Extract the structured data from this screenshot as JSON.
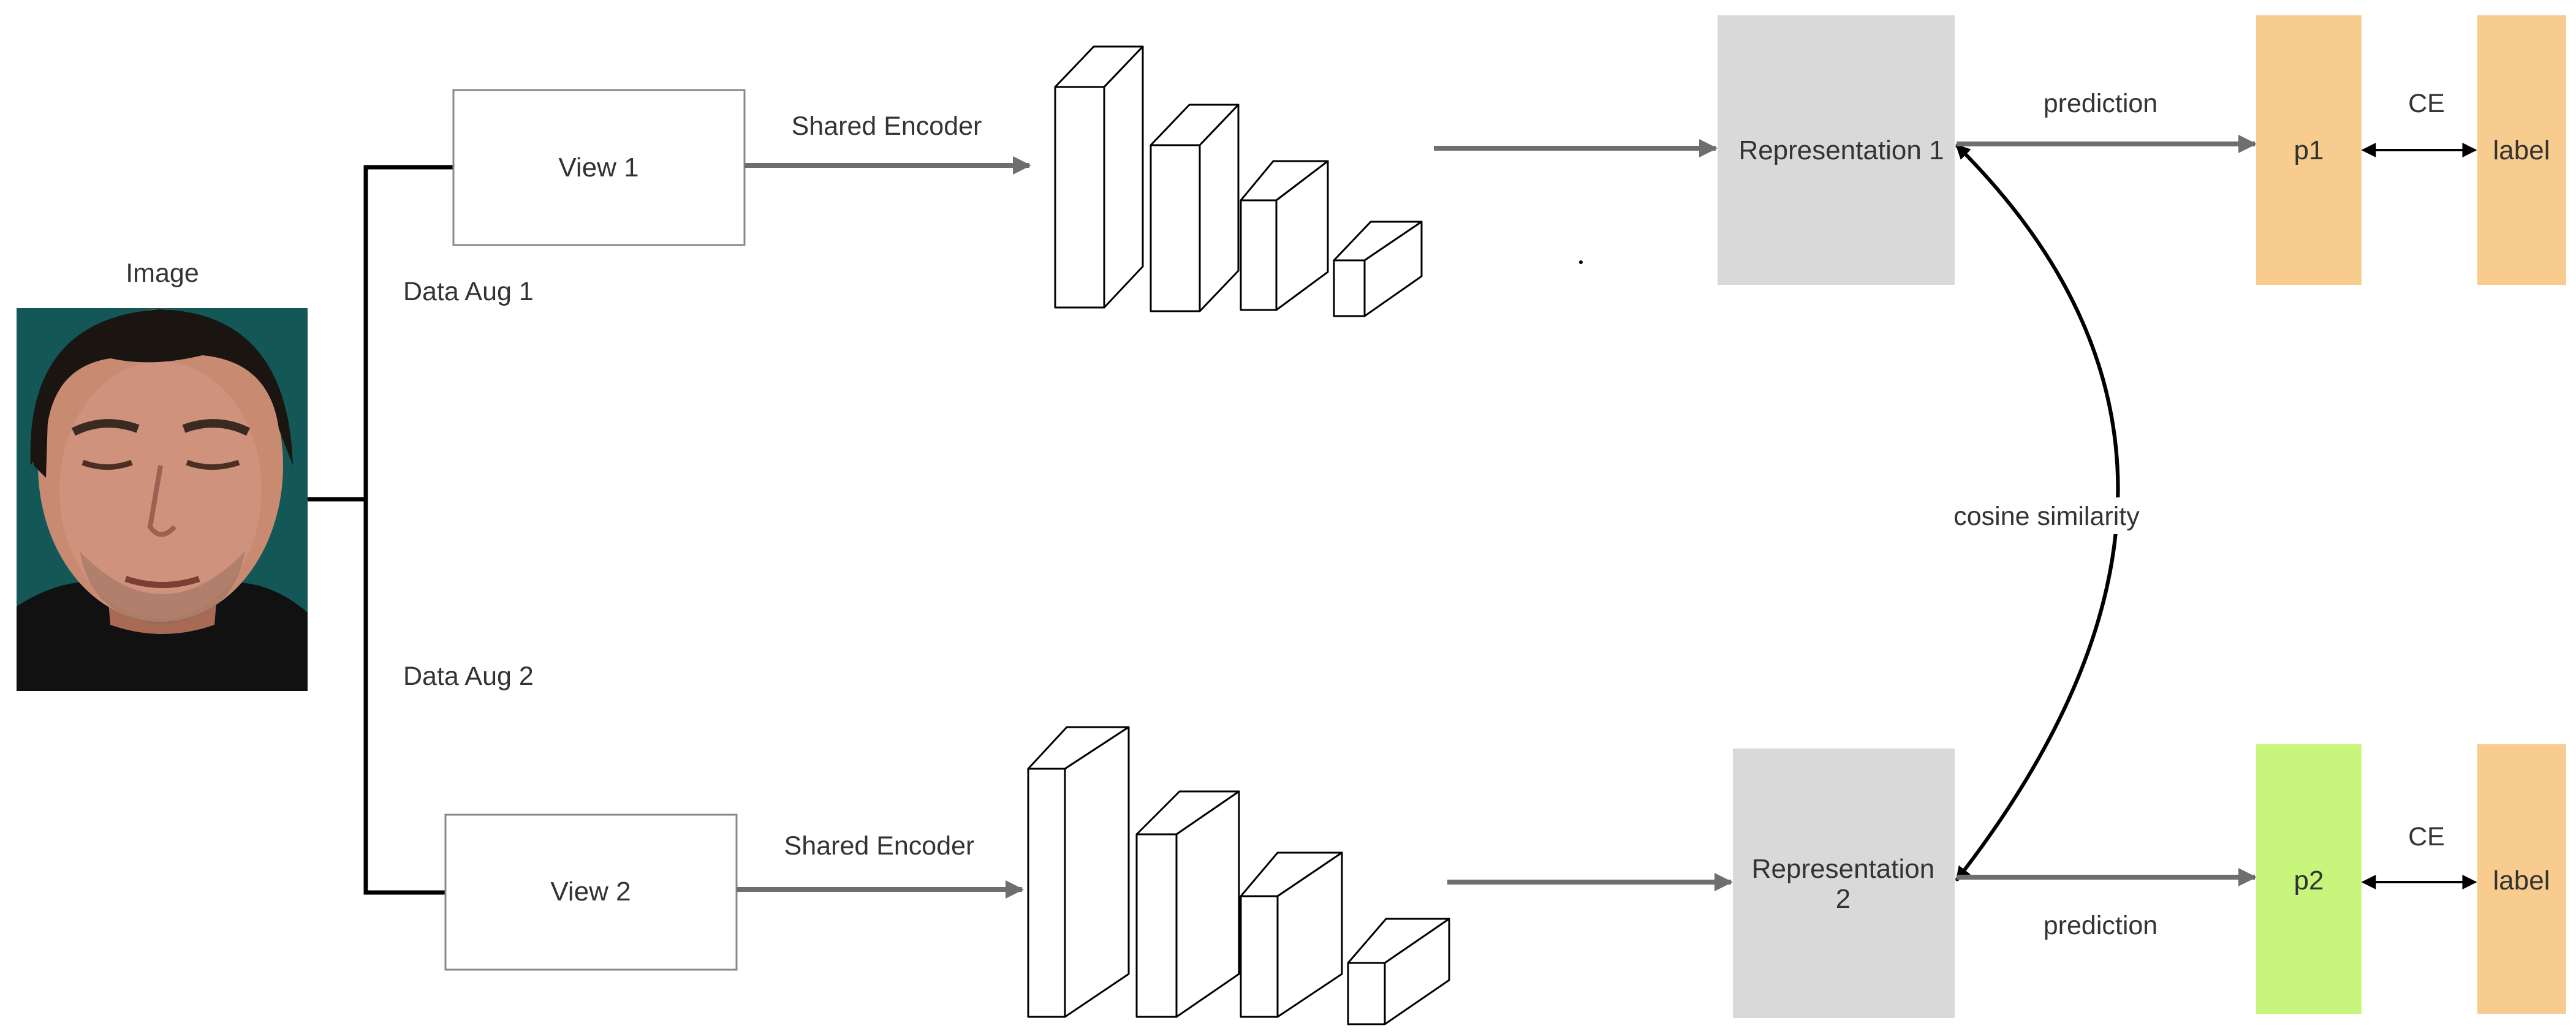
{
  "image_label": "Image",
  "aug1_label": "Data Aug 1",
  "aug2_label": "Data Aug 2",
  "view1_label": "View 1",
  "view2_label": "View 2",
  "encoder1_label": "Shared Encoder",
  "encoder2_label": "Shared Encoder",
  "rep1_label": "Representation 1",
  "rep2_label_line1": "Representation",
  "rep2_label_line2": "2",
  "prediction1_label": "prediction",
  "prediction2_label": "prediction",
  "cosine_label": "cosine similarity",
  "p1_label": "p1",
  "p2_label": "p2",
  "ce1_label": "CE",
  "ce2_label": "CE",
  "label1_label": "label",
  "label2_label": "label",
  "colors": {
    "representation_fill": "#d9d9d9",
    "p1_fill": "#f8cb8f",
    "p2_fill": "#c8f57c",
    "label_fill": "#f8cb8f",
    "arrow_gray": "#6e6e6e",
    "line_black": "#000000"
  },
  "icons": {
    "face_photo": "face-photo-icon",
    "encoder_blocks": "encoder-layers-icon"
  }
}
